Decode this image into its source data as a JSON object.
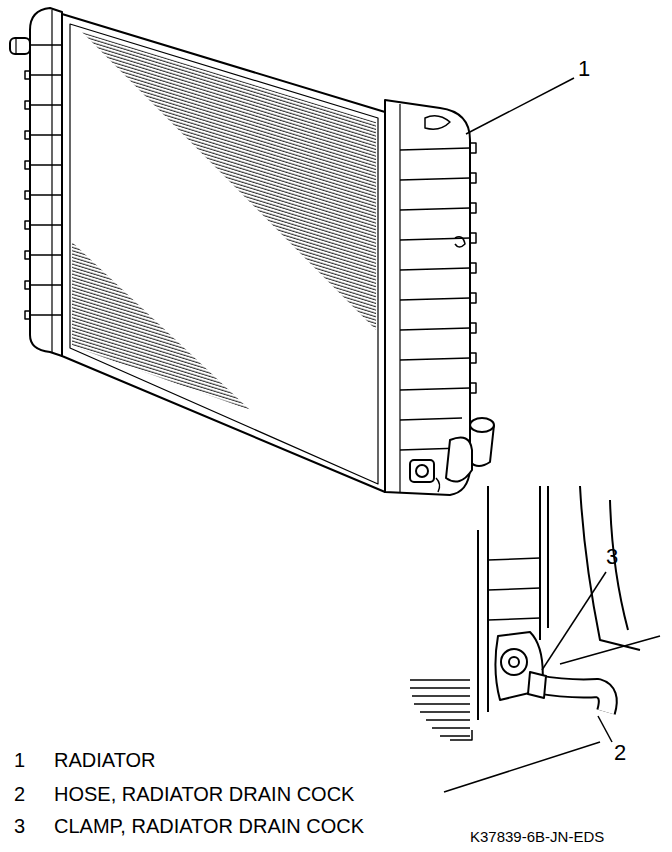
{
  "diagram": {
    "labels": [
      "1",
      "3",
      "2",
      "1",
      "RADIATOR",
      "2",
      "HOSE, RADIATOR DRAIN COCK",
      "3",
      "CLAMP, RADIATOR DRAIN COCK",
      "K37839-6B-JN-EDS"
    ]
  }
}
